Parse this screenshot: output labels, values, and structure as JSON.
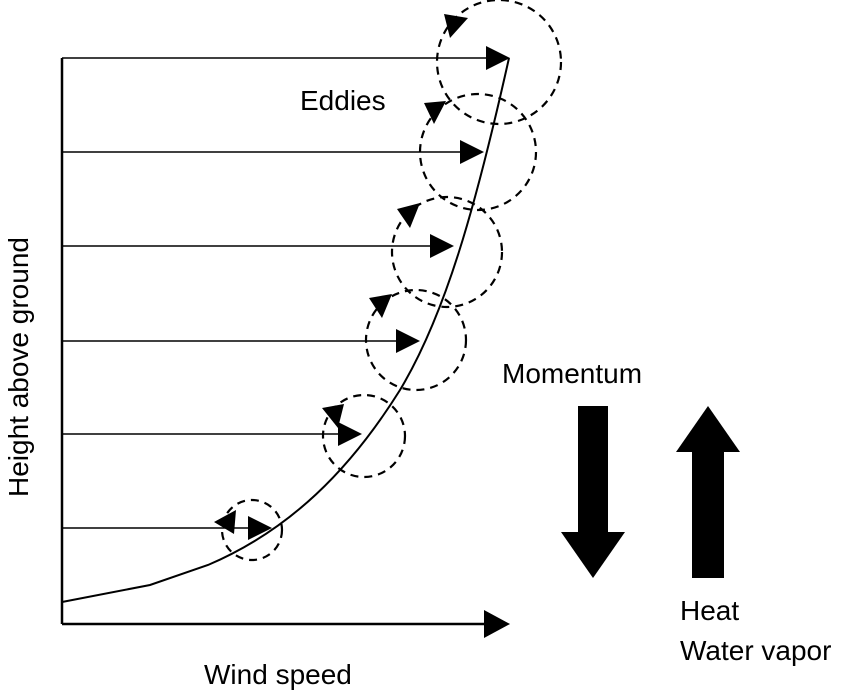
{
  "labels": {
    "y_axis": "Height above ground",
    "x_axis": "Wind speed",
    "eddies": "Eddies",
    "momentum": "Momentum",
    "heat": "Heat",
    "water_vapor": "Water vapor"
  },
  "colors": {
    "ink": "#000000",
    "background": "#ffffff"
  },
  "icons": {
    "down_arrow": "downward-arrow",
    "up_arrow": "upward-arrow"
  }
}
